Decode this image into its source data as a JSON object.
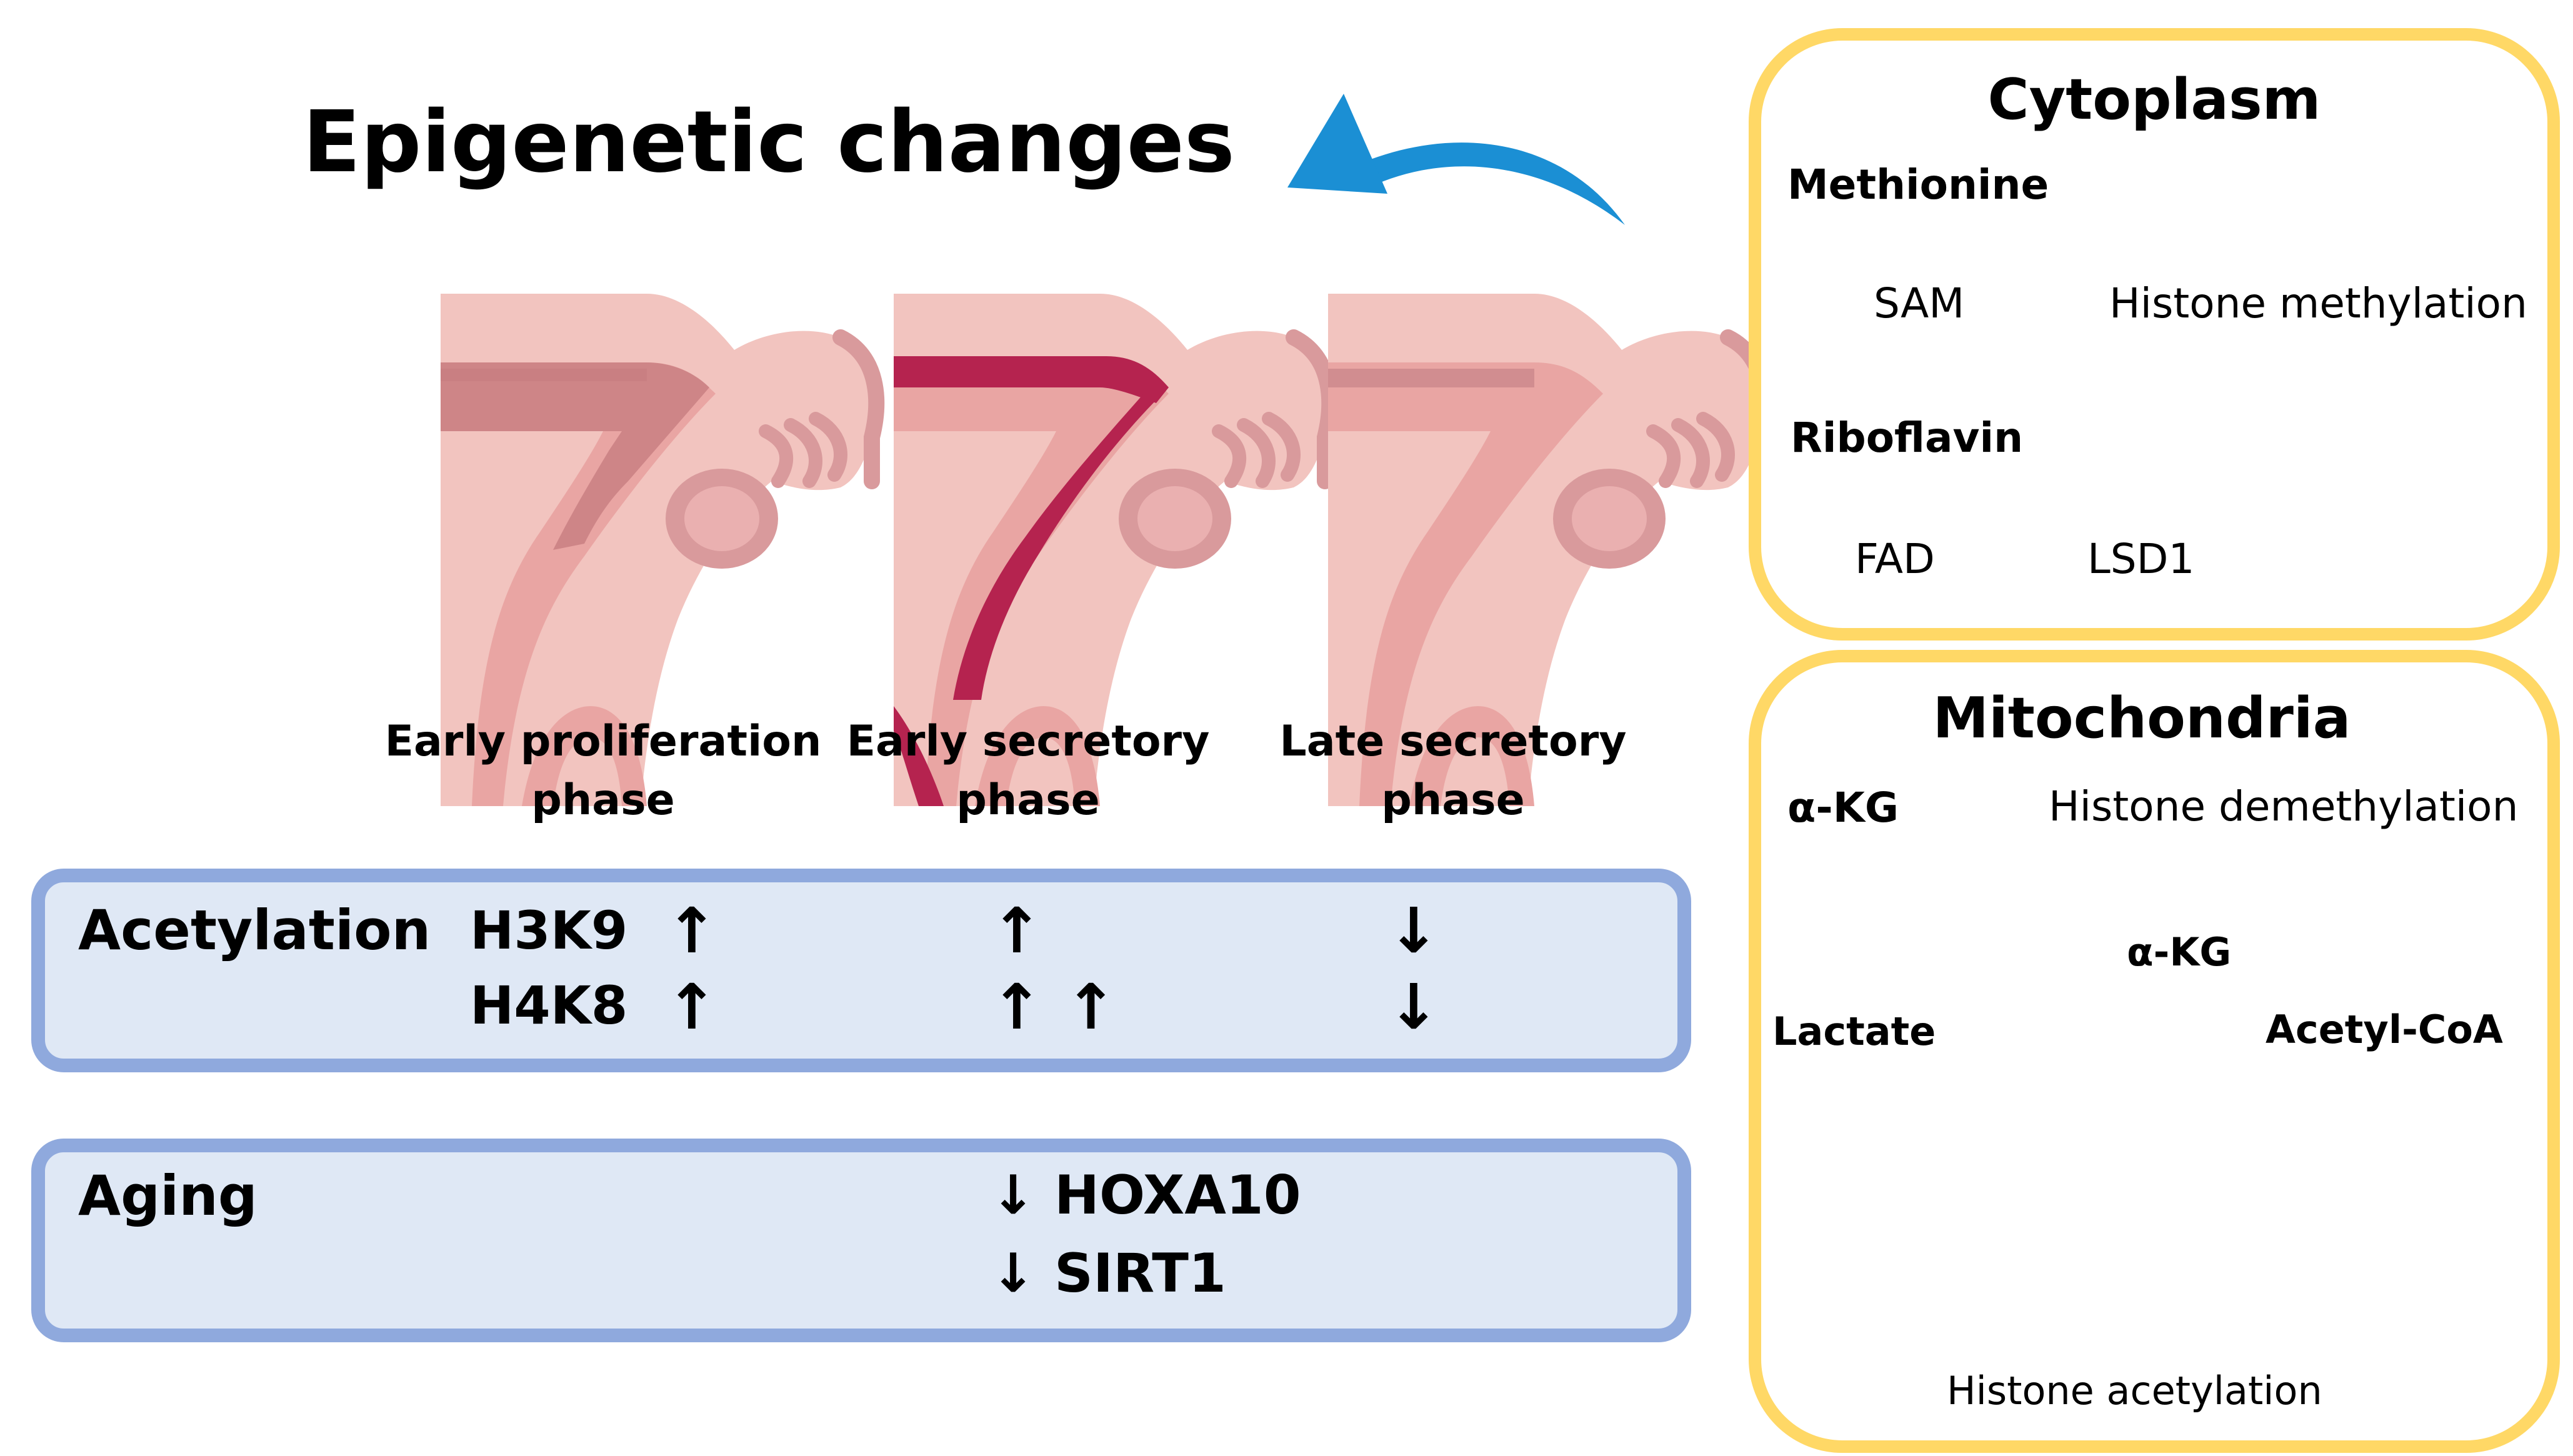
{
  "title": "Epigenetic changes",
  "phases": [
    {
      "line1": "Early proliferation",
      "line2": "phase"
    },
    {
      "line1": "Early secretory",
      "line2": "phase"
    },
    {
      "line1": "Late secretory",
      "line2": "phase"
    }
  ],
  "acetylation": {
    "label": "Acetylation",
    "rows": [
      {
        "gene": "H3K9",
        "early_proliferation": "↑",
        "early_secretory": "↑",
        "late_secretory": "↓"
      },
      {
        "gene": "H4K8",
        "early_proliferation": "↑",
        "early_secretory": "↑ ↑",
        "late_secretory": "↓"
      }
    ]
  },
  "aging": {
    "label": "Aging",
    "items": [
      {
        "arrow": "↓",
        "gene": "HOXA10"
      },
      {
        "arrow": "↓",
        "gene": "SIRT1"
      }
    ]
  },
  "cytoplasm": {
    "title": "Cytoplasm",
    "methionine": "Methionine",
    "sam": "SAM",
    "histone_methylation": "Histone methylation",
    "riboflavin": "Riboflavin",
    "fad": "FAD",
    "lsd1": "LSD1"
  },
  "mitochondria": {
    "title": "Mitochondria",
    "akg": "α-KG",
    "histone_demethylation": "Histone demethylation",
    "akg_inner": "α-KG",
    "lactate": "Lactate",
    "acetyl_coa": "Acetyl-CoA",
    "histone_acetylation": "Histone acetylation"
  },
  "colors": {
    "panel_fill": "#dfe8f5",
    "panel_border": "#8fa9dd",
    "box_border": "#ffd866",
    "blue_arrow": "#1b8fd4",
    "mito_fill": "#2f6f66",
    "uterus_tissue": "#f2c4bf",
    "uterus_lining": "#c97f82",
    "uterus_lining_thick": "#b5234f"
  }
}
